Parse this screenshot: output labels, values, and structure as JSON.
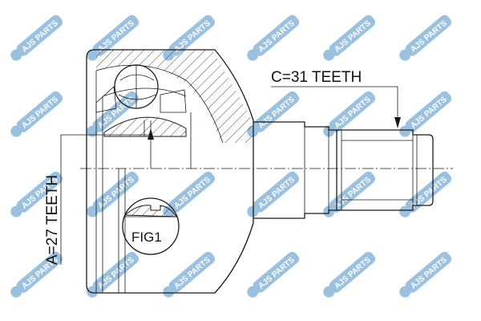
{
  "watermark": {
    "brand": "AJS",
    "suffix": "PARTS",
    "color": "#4a8fc9"
  },
  "labels": {
    "c_teeth": "C=31 TEETH",
    "a_teeth": "A=27 TEETH",
    "fig": "FIG1"
  }
}
